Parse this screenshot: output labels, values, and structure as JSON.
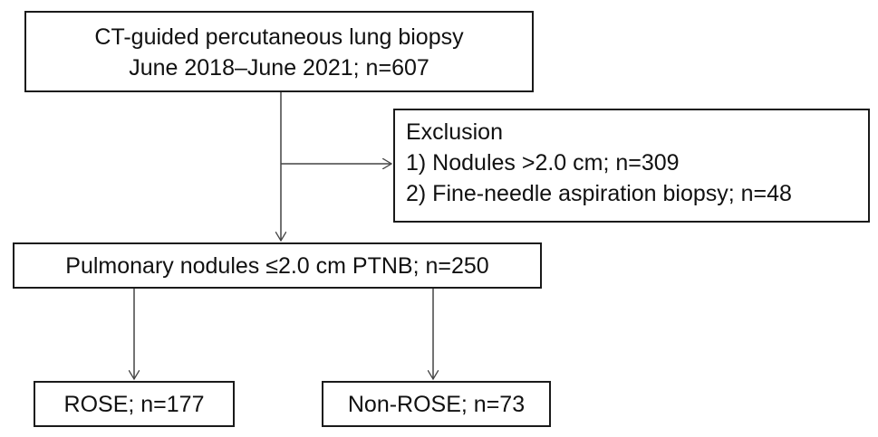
{
  "source": {
    "line1": "CT-guided percutaneous lung biopsy",
    "line2": "June 2018–June 2021; n=607"
  },
  "exclusion": {
    "title": "Exclusion",
    "items": [
      "1) Nodules >2.0 cm; n=309",
      "2) Fine-needle aspiration biopsy; n=48"
    ]
  },
  "cohort": {
    "label": "Pulmonary nodules ≤2.0 cm PTNB; n=250"
  },
  "groups": {
    "rose": "ROSE; n=177",
    "non_rose": "Non-ROSE; n=73"
  }
}
